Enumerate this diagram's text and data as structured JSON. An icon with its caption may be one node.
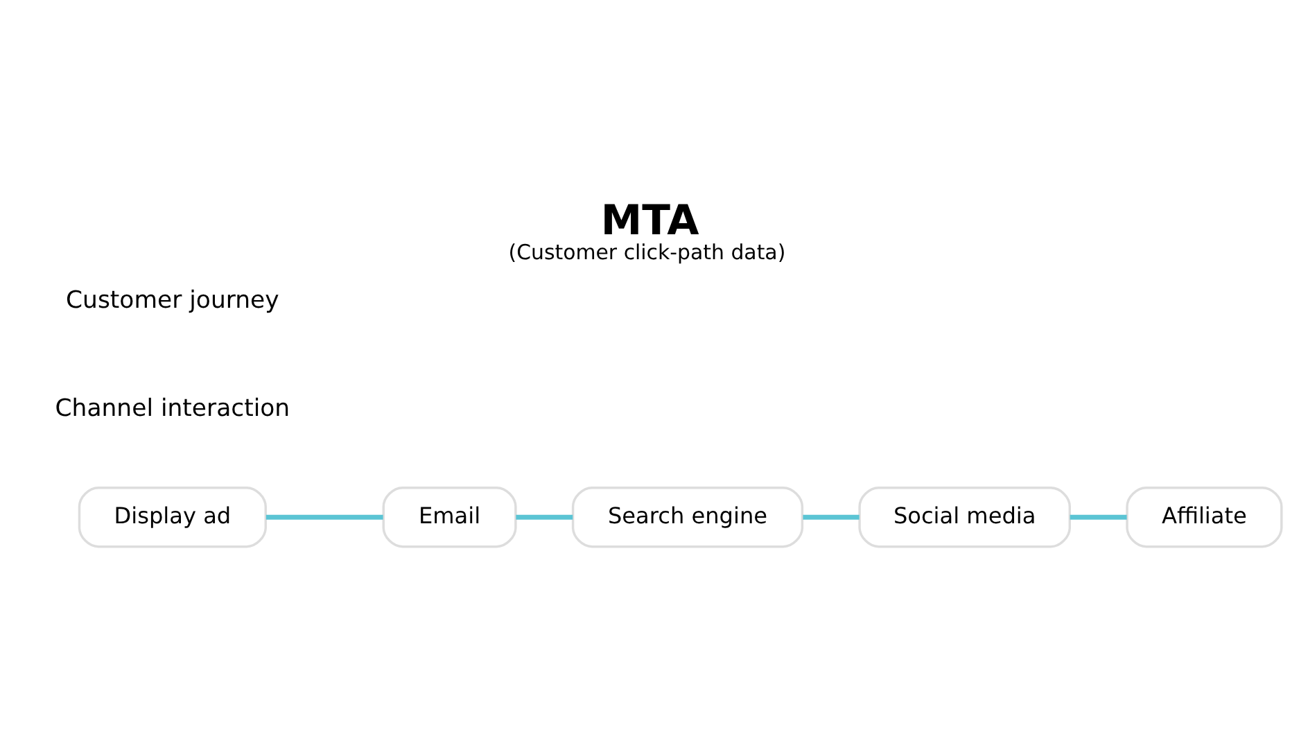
{
  "diagram": {
    "title": "MTA",
    "caption": "(Customer click-path data)",
    "nodes": [
      {
        "text": [
          "Display ad"
        ]
      },
      {
        "text": [
          "Email"
        ]
      },
      {
        "text": [
          "Search engine"
        ]
      },
      {
        "text": [
          "Social media"
        ]
      },
      {
        "text": [
          "Affiliate"
        ]
      }
    ],
    "edges": [
      {
        "from": 0,
        "to": 1,
        "arrow": "none"
      },
      {
        "from": 1,
        "to": 2,
        "arrow": "none"
      },
      {
        "from": 2,
        "to": 3,
        "arrow": "none"
      },
      {
        "from": 3,
        "to": 4,
        "arrow": "none"
      }
    ],
    "labels": [
      "Channel interaction",
      "Customer journey"
    ]
  }
}
